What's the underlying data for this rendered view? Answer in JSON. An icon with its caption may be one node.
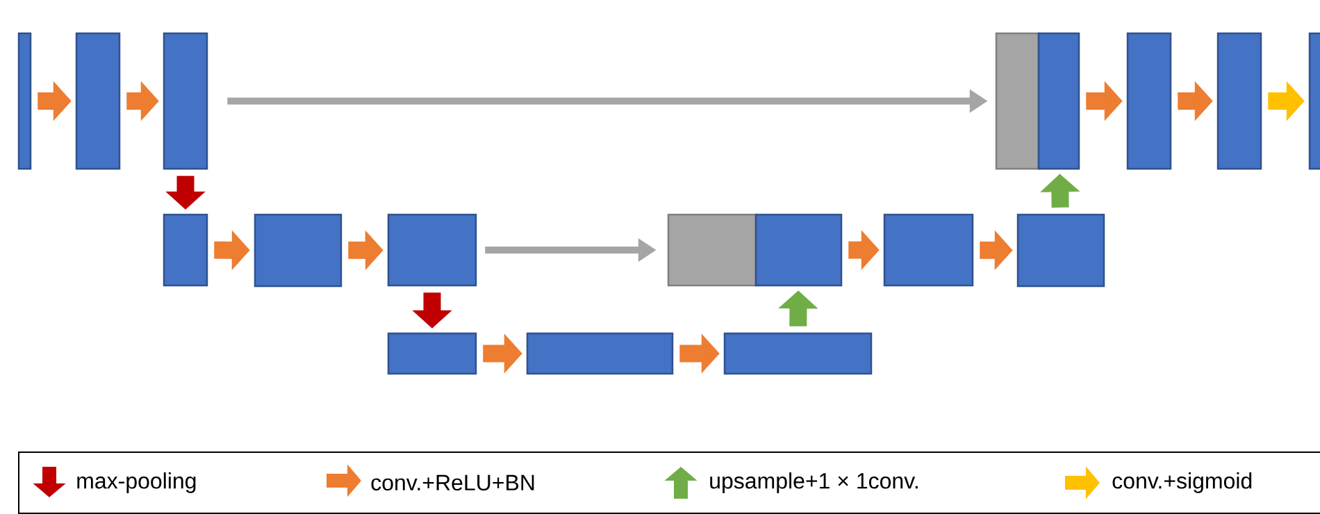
{
  "diagram": {
    "nodes": [
      {
        "text": [],
        "shape": "box"
      },
      {
        "text": [],
        "shape": "box"
      },
      {
        "text": [],
        "shape": "box"
      },
      {
        "text": [],
        "shape": "box"
      },
      {
        "text": [],
        "shape": "box"
      },
      {
        "text": [],
        "shape": "box"
      },
      {
        "text": [],
        "shape": "box"
      },
      {
        "text": [],
        "shape": "box"
      },
      {
        "text": [],
        "shape": "box"
      },
      {
        "text": [],
        "shape": "box"
      },
      {
        "text": [],
        "shape": "box"
      },
      {
        "text": [],
        "shape": "box"
      },
      {
        "text": [],
        "shape": "box"
      },
      {
        "text": [],
        "shape": "box"
      },
      {
        "text": [],
        "shape": "box"
      },
      {
        "text": [],
        "shape": "box"
      },
      {
        "text": [],
        "shape": "box"
      },
      {
        "text": [],
        "shape": "box"
      }
    ],
    "edges": [
      {
        "from": 0,
        "to": 1,
        "arrow": "to"
      },
      {
        "from": 1,
        "to": 2,
        "arrow": "to"
      },
      {
        "from": 2,
        "to": 3,
        "arrow": "to",
        "color": "#a5a5a5"
      },
      {
        "from": 4,
        "to": 5,
        "arrow": "to"
      },
      {
        "from": 5,
        "to": 6,
        "arrow": "to"
      },
      {
        "from": 6,
        "to": 7,
        "arrow": "to",
        "color": "#ffc000"
      },
      {
        "from": 2,
        "to": 8,
        "arrow": "to",
        "color": "#c00000"
      },
      {
        "from": 8,
        "to": 9,
        "arrow": "to"
      },
      {
        "from": 9,
        "to": 10,
        "arrow": "to"
      },
      {
        "from": 10,
        "to": 11,
        "arrow": "to",
        "color": "#a5a5a5"
      },
      {
        "from": 12,
        "to": 13,
        "arrow": "to"
      },
      {
        "from": 13,
        "to": 14,
        "arrow": "to"
      },
      {
        "from": 14,
        "to": 4,
        "arrow": "to",
        "color": "#70ad47"
      },
      {
        "from": 10,
        "to": 15,
        "arrow": "to",
        "color": "#c00000"
      },
      {
        "from": 15,
        "to": 16,
        "arrow": "to"
      },
      {
        "from": 16,
        "to": 17,
        "arrow": "to"
      },
      {
        "from": 17,
        "to": 12,
        "arrow": "to",
        "color": "#70ad47"
      }
    ],
    "legend": [
      {
        "text": "max-pooling"
      },
      {
        "text": "conv.+ReLU+BN"
      },
      {
        "text": "upsample+1 × 1conv."
      },
      {
        "text": "conv.+sigmoid"
      }
    ]
  }
}
